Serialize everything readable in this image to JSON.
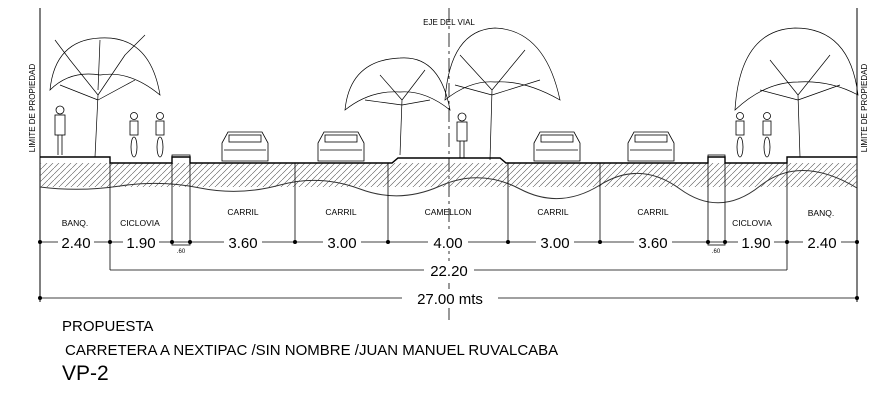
{
  "drawing": {
    "axis_label": "EJE DEL VIAL",
    "property_limit_label": "LIMITE DE PROPIEDAD",
    "sections": [
      {
        "name": "BANQ.",
        "width": "2.40"
      },
      {
        "name": "CICLOVIA",
        "width": "1.90"
      },
      {
        "name": "",
        "width": ".60"
      },
      {
        "name": "CARRIL",
        "width": "3.60"
      },
      {
        "name": "CARRIL",
        "width": "3.00"
      },
      {
        "name": "CAMELLON",
        "width": "4.00"
      },
      {
        "name": "CARRIL",
        "width": "3.00"
      },
      {
        "name": "CARRIL",
        "width": "3.60"
      },
      {
        "name": "",
        "width": ".60"
      },
      {
        "name": "CICLOVIA",
        "width": "1.90"
      },
      {
        "name": "BANQ.",
        "width": "2.40"
      }
    ],
    "subtotal": "22.20",
    "total": "27.00 mts"
  },
  "title_block": {
    "line1": "PROPUESTA",
    "line2": "CARRETERA A NEXTIPAC /SIN NOMBRE /JUAN MANUEL RUVALCABA",
    "line3": "VP-2"
  }
}
